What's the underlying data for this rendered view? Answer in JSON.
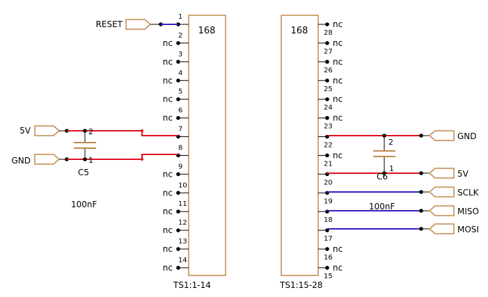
{
  "chips": [
    {
      "name": "168",
      "ref": "TS1:1-14",
      "pins": [
        {
          "num": "1",
          "label": ""
        },
        {
          "num": "2",
          "label": "nc"
        },
        {
          "num": "3",
          "label": "nc"
        },
        {
          "num": "4",
          "label": "nc"
        },
        {
          "num": "5",
          "label": "nc"
        },
        {
          "num": "6",
          "label": "nc"
        },
        {
          "num": "7",
          "label": ""
        },
        {
          "num": "8",
          "label": ""
        },
        {
          "num": "9",
          "label": "nc"
        },
        {
          "num": "10",
          "label": "nc"
        },
        {
          "num": "11",
          "label": "nc"
        },
        {
          "num": "12",
          "label": "nc"
        },
        {
          "num": "13",
          "label": "nc"
        },
        {
          "num": "14",
          "label": "nc"
        }
      ]
    },
    {
      "name": "168",
      "ref": "TS1:15-28",
      "pins": [
        {
          "num": "28",
          "label": "nc"
        },
        {
          "num": "27",
          "label": "nc"
        },
        {
          "num": "26",
          "label": "nc"
        },
        {
          "num": "25",
          "label": "nc"
        },
        {
          "num": "24",
          "label": "nc"
        },
        {
          "num": "23",
          "label": "nc"
        },
        {
          "num": "22",
          "label": ""
        },
        {
          "num": "21",
          "label": "nc"
        },
        {
          "num": "20",
          "label": ""
        },
        {
          "num": "19",
          "label": ""
        },
        {
          "num": "18",
          "label": ""
        },
        {
          "num": "17",
          "label": ""
        },
        {
          "num": "16",
          "label": "nc"
        },
        {
          "num": "15",
          "label": "nc"
        }
      ]
    }
  ],
  "ports": {
    "reset": "RESET",
    "left_5v": "5V",
    "left_gnd": "GND",
    "right_gnd": "GND",
    "right_5v": "5V",
    "sclk": "SCLK",
    "miso": "MISO",
    "mosi": "MOSI"
  },
  "capacitors": {
    "c5": {
      "ref": "C5",
      "value": "100nF",
      "pin_top": "2",
      "pin_bottom": "1"
    },
    "c6": {
      "ref": "C6",
      "value": "100nF",
      "pin_top": "2",
      "pin_bottom": "1"
    }
  },
  "colors": {
    "body_outline": "#c08a4a",
    "power_wire": "#e01020",
    "signal_wire": "#3020c0"
  }
}
